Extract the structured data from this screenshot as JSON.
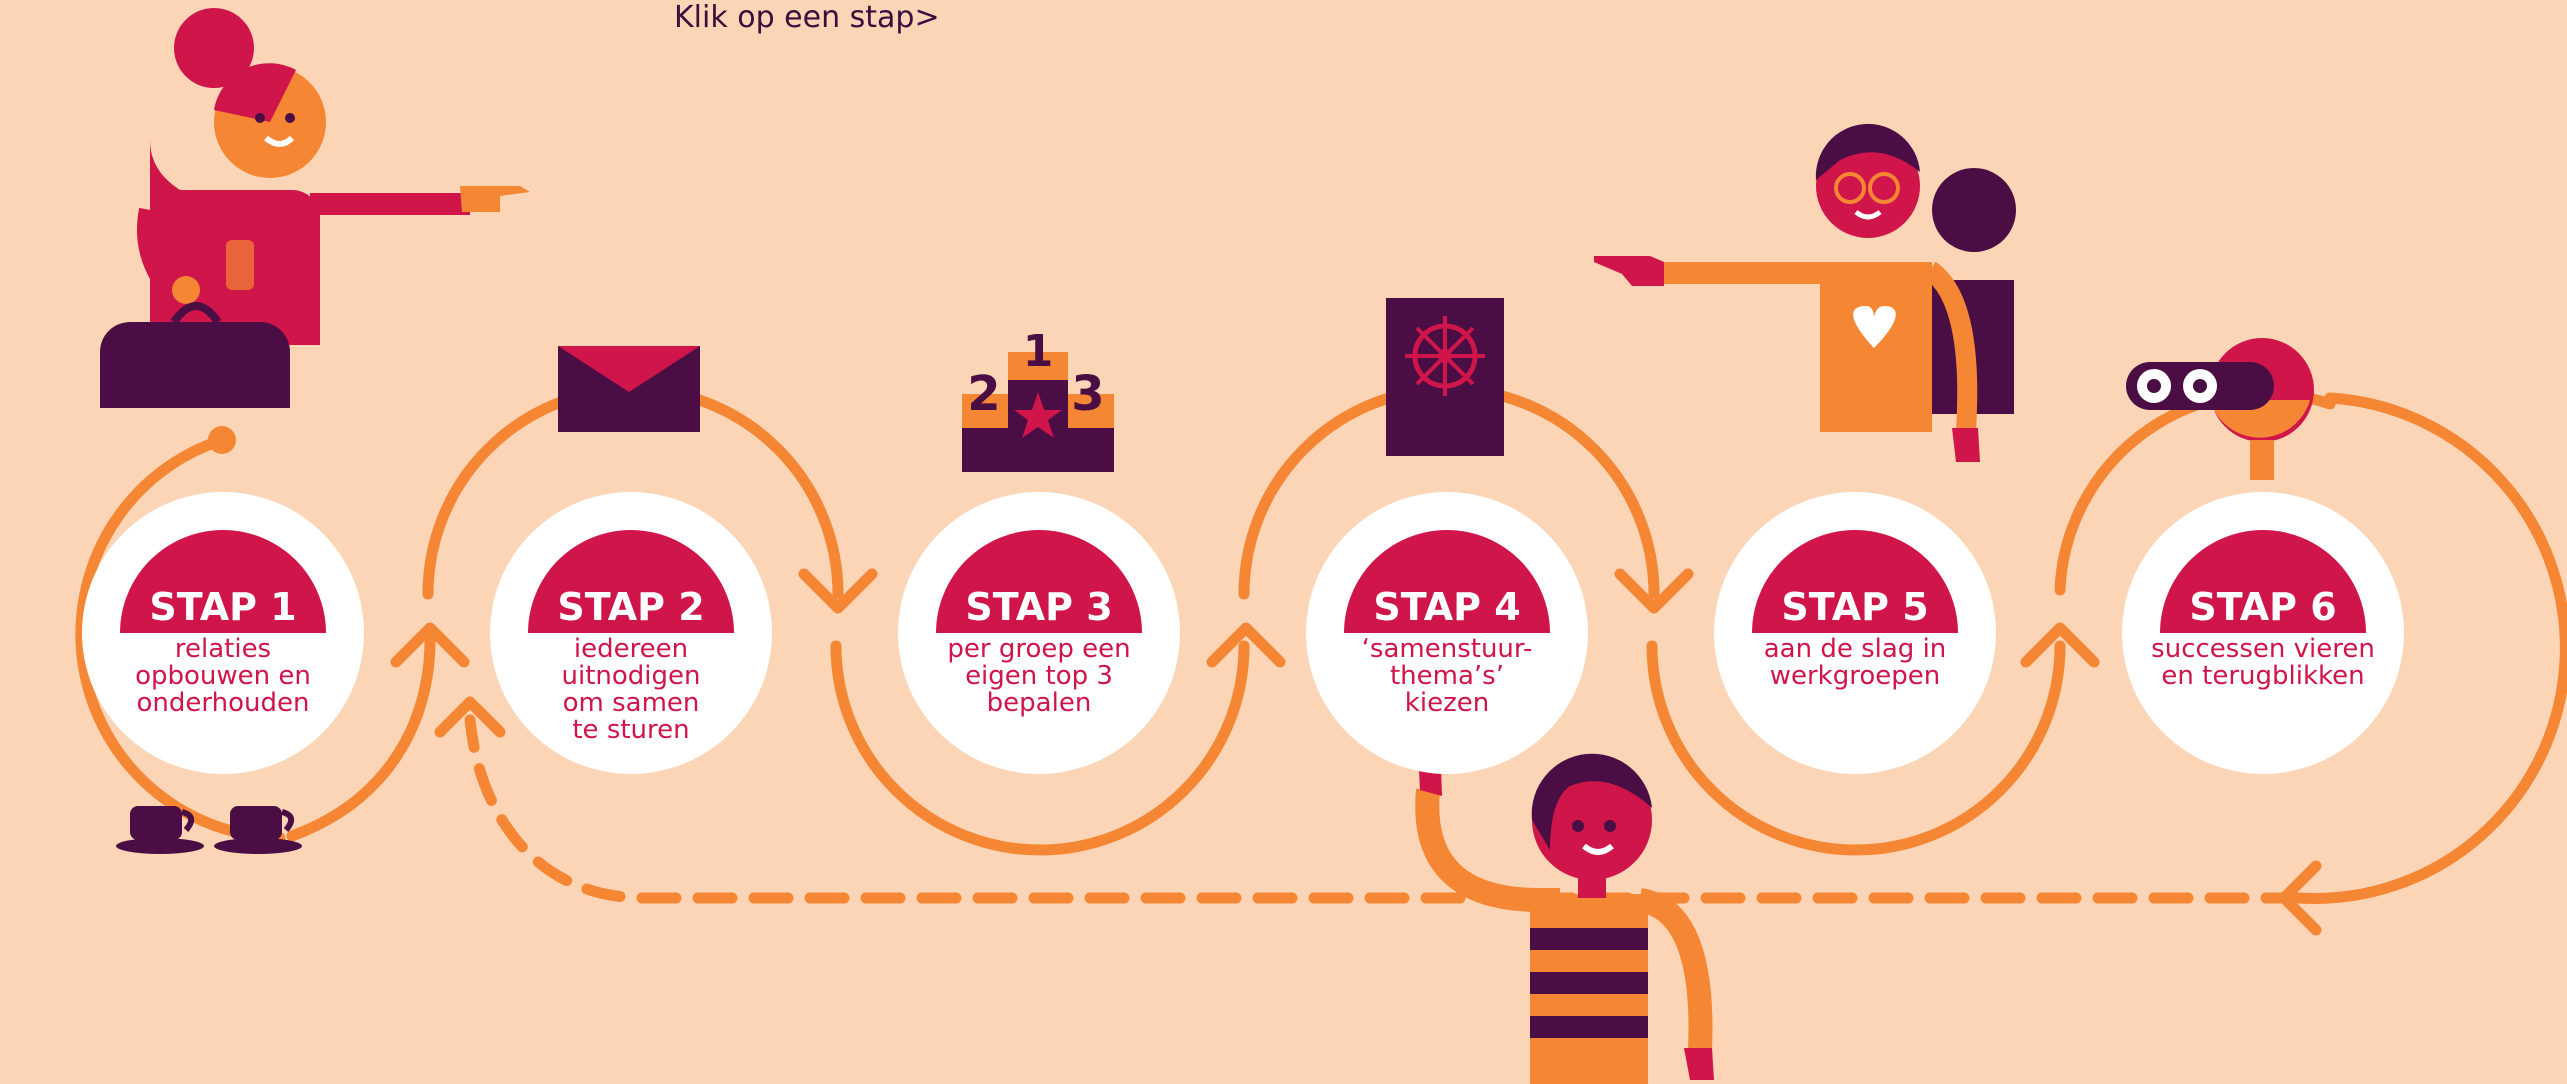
{
  "hint": "Klik op een stap>",
  "colors": {
    "background": "#fbd5b5",
    "orange": "#f58634",
    "crimson": "#cf1549",
    "purple": "#4a0e45",
    "white": "#ffffff"
  },
  "steps": [
    {
      "title": "STAP 1",
      "desc_lines": [
        "relaties",
        "opbouwen en",
        "onderhouden"
      ]
    },
    {
      "title": "STAP 2",
      "desc_lines": [
        "iedereen",
        "uitnodigen",
        "om samen",
        "te sturen"
      ]
    },
    {
      "title": "STAP 3",
      "desc_lines": [
        "per groep een",
        "eigen top 3",
        "bepalen"
      ]
    },
    {
      "title": "STAP 4",
      "desc_lines": [
        "‘samenstuur-",
        "thema’s’",
        "kiezen"
      ]
    },
    {
      "title": "STAP 5",
      "desc_lines": [
        "aan de slag in",
        "werkgroepen"
      ]
    },
    {
      "title": "STAP 6",
      "desc_lines": [
        "successen vieren",
        "en terugblikken"
      ]
    }
  ],
  "podium": {
    "first": "1",
    "second": "2",
    "third": "3"
  }
}
